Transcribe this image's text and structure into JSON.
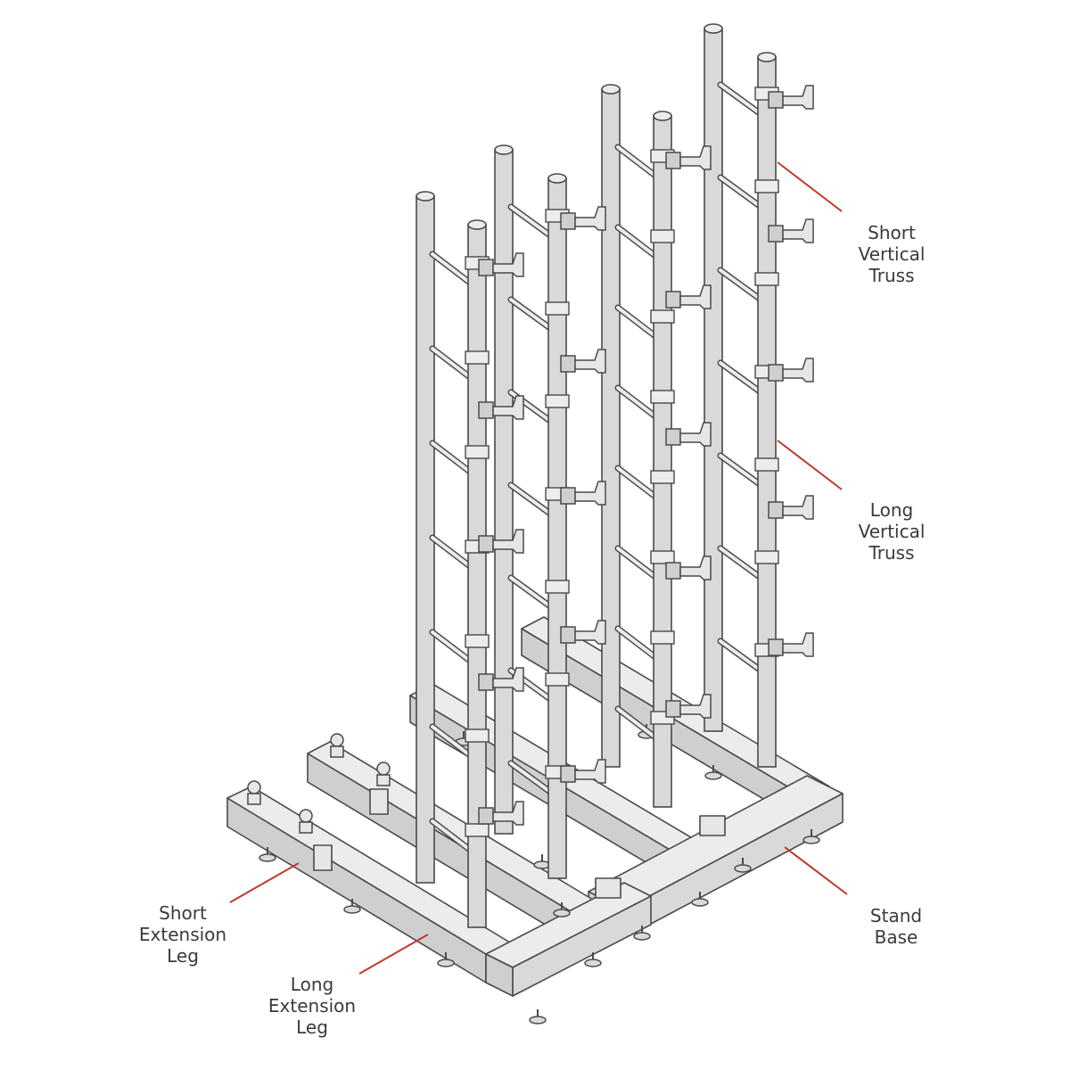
{
  "labels": {
    "short_vertical_truss": "Short\nVertical\nTruss",
    "long_vertical_truss": "Long\nVertical\nTruss",
    "stand_base": "Stand\nBase",
    "short_extension_leg": "Short\nExtension\nLeg",
    "long_extension_leg": "Long\nExtension\nLeg"
  },
  "colors": {
    "background": "#ffffff",
    "metal_fill": "#d9d9d9",
    "metal_light": "#ececec",
    "metal_stroke": "#4a4a4a",
    "leader_line": "#c0392b",
    "label_text": "#3a3a3a"
  },
  "icons": {
    "clamp": "c-clamp-icon",
    "foot": "leveling-foot-icon"
  }
}
